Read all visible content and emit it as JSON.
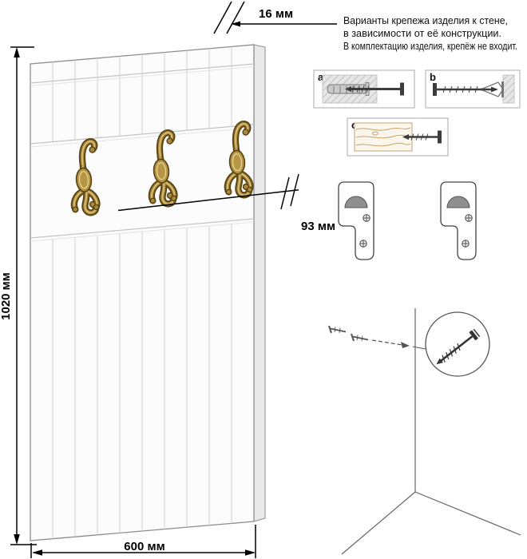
{
  "dimensions": {
    "thickness": "16 мм",
    "height": "1020 мм",
    "width": "600 мм",
    "hook_offset": "93 мм"
  },
  "note": {
    "line1": "Варианты крепежа изделия к стене,",
    "line2": "в зависимости от её конструкции.",
    "line3": "В комплектацию изделия, крепёж не входит."
  },
  "fastener_options": {
    "a": "a",
    "b": "b",
    "c": "c"
  },
  "colors": {
    "brass": "#a8893c",
    "brass_dark": "#584312",
    "line": "#000000",
    "panel_side": "#e9e9e9"
  }
}
